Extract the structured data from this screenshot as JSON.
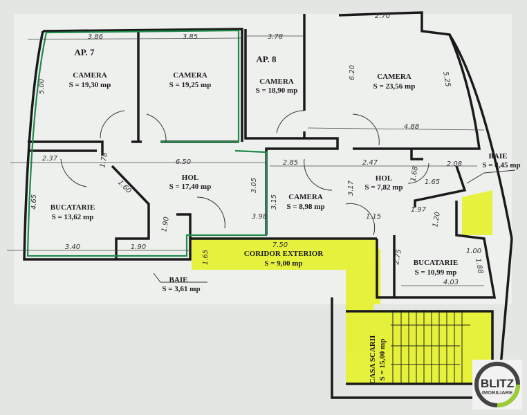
{
  "colors": {
    "paper": "#eef0ee",
    "wall": "#1a1a1a",
    "apartment7_outline": "#1f8a4a",
    "common_area_highlight": "#e6f22a",
    "logo_ring_dark": "#444444",
    "logo_ring_green": "#9acd32"
  },
  "apartments": [
    {
      "label": "AP. 7"
    },
    {
      "label": "AP. 8"
    }
  ],
  "rooms": [
    {
      "name": "CAMERA",
      "area": "S = 19,30 mp"
    },
    {
      "name": "CAMERA",
      "area": "S = 19,25 mp"
    },
    {
      "name": "CAMERA",
      "area": "S = 18,90 mp"
    },
    {
      "name": "CAMERA",
      "area": "S = 23,56 mp"
    },
    {
      "name": "HOL",
      "area": "S = 17,40 mp"
    },
    {
      "name": "BUCATARIE",
      "area": "S = 13,62 mp"
    },
    {
      "name": "CAMERA",
      "area": "S = 8,98 mp"
    },
    {
      "name": "HOL",
      "area": "S = 7,82 mp"
    },
    {
      "name": "BAIE",
      "area": "S = 4,45 mp"
    },
    {
      "name": "CORIDOR EXTERIOR",
      "area": "S = 9,00 mp"
    },
    {
      "name": "BAIE",
      "area": "S = 3,61 mp"
    },
    {
      "name": "BUCATARIE",
      "area": "S = 10,99 mp"
    },
    {
      "name": "CASA SCARII",
      "area": "S = 15,00 mp"
    }
  ],
  "dimensions": [
    "3.86",
    "3.85",
    "3.78",
    "2.70",
    "5.00",
    "6.20",
    "5.25",
    "4.88",
    "6.50",
    "2.37",
    "1.78",
    "1.60",
    "3.05",
    "2.85",
    "2.47",
    "2.08",
    "1.65",
    "1.68",
    "3.17",
    "3.15",
    "4.65",
    "3.40",
    "1.90",
    "1.90",
    "3.98",
    "1.65",
    "7.50",
    "1.15",
    "1.97",
    "1.20",
    "1.00",
    "2.75",
    "1.88",
    "4.03"
  ],
  "logo": {
    "line1": "BLITZ",
    "line2": "IMOBILIARE"
  }
}
